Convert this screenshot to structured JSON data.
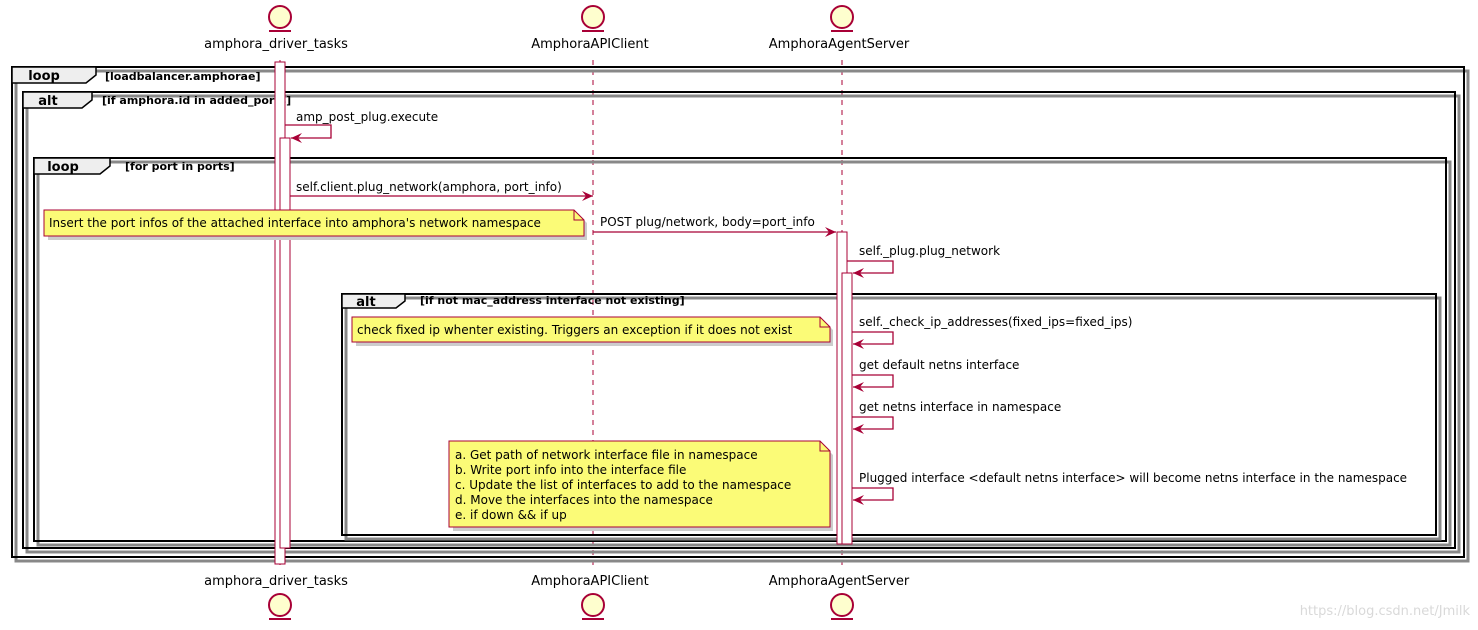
{
  "participants": [
    {
      "name": "amphora_driver_tasks"
    },
    {
      "name": "AmphoraAPIClient"
    },
    {
      "name": "AmphoraAgentServer"
    }
  ],
  "fragments": [
    {
      "keyword": "loop",
      "condition": "[loadbalancer.amphorae]"
    },
    {
      "keyword": "alt",
      "condition": "[if amphora.id in added_ports]"
    },
    {
      "keyword": "loop",
      "condition": "[for port in ports]"
    },
    {
      "keyword": "alt",
      "condition": "[if not mac_address interface not existing]"
    }
  ],
  "messages": [
    {
      "label": "amp_post_plug.execute"
    },
    {
      "label": "self.client.plug_network(amphora, port_info)"
    },
    {
      "label": "POST plug/network, body=port_info"
    },
    {
      "label": "self._plug.plug_network"
    },
    {
      "label": "self._check_ip_addresses(fixed_ips=fixed_ips)"
    },
    {
      "label": "get default netns interface"
    },
    {
      "label": "get netns interface in namespace"
    },
    {
      "label": "Plugged interface <default netns interface> will become netns  interface in the namespace"
    }
  ],
  "notes": [
    {
      "lines": [
        "Insert the port infos of the attached interface into amphora's network namespace"
      ]
    },
    {
      "lines": [
        "check fixed ip whenter existing. Triggers an exception if it does not exist"
      ]
    },
    {
      "lines": [
        "a. Get path of network interface file in namespace",
        "b. Write port info into the interface file",
        "c. Update the list of interfaces to add to the namespace",
        "d. Move the interfaces into the namespace",
        "e. if down && if up"
      ]
    }
  ],
  "watermark": "https://blog.csdn.net/Jmilk",
  "colors": {
    "arrow": "#A80036",
    "actor_fill": "#FEFECE",
    "note_fill": "#FBFB77",
    "note_border": "#A80036",
    "frame_border": "#000000",
    "tab_fill": "#EEEEEE",
    "shadow": "#888888"
  }
}
